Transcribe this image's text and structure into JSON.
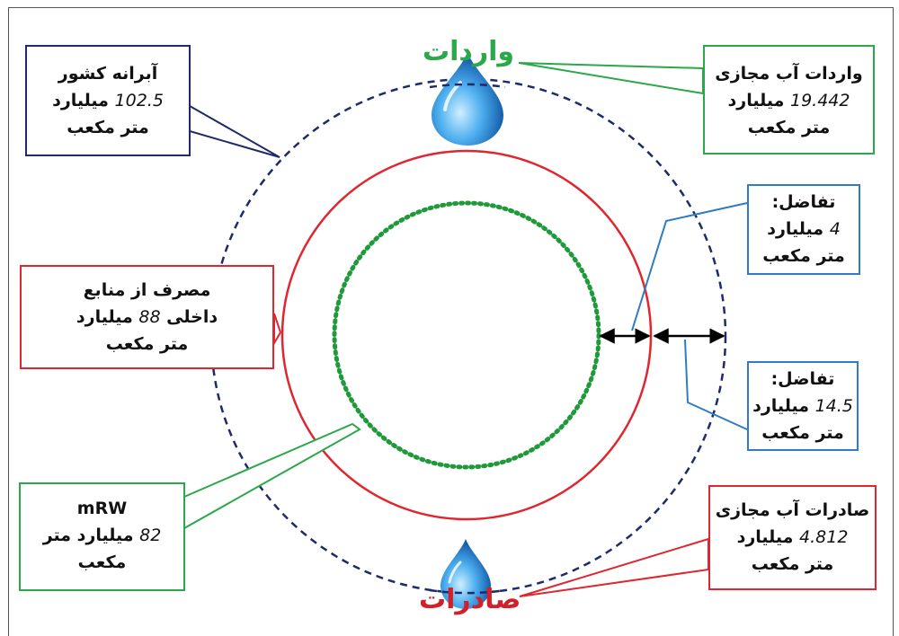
{
  "labels": {
    "imports_title": "واردات",
    "exports_title": "صادرات"
  },
  "boxes": {
    "aquifer": {
      "line1": "آبرانه کشور",
      "value": "102.5",
      "unit_inline": " میلیارد",
      "line3": "متر مکعب"
    },
    "virtual_imports": {
      "line1": "واردات آب مجازی",
      "value": "19.442",
      "unit_inline": " میلیارد",
      "line3": "متر مکعب"
    },
    "diff_inner": {
      "line1": "تفاضل:",
      "value": "4",
      "unit_inline": " میلیارد",
      "line3": "متر مکعب"
    },
    "domestic_use": {
      "line1": "مصرف از منابع",
      "prefix": "داخلی ",
      "value": "88",
      "unit_inline": " میلیارد",
      "line3": "متر مکعب"
    },
    "diff_outer": {
      "line1": "تفاضل:",
      "value": "14.5",
      "unit_inline": " میلیارد",
      "line3": "متر مکعب"
    },
    "mrw": {
      "line1": "mRW",
      "value": "82",
      "unit_inline": " میلیارد متر",
      "line3": "مکعب"
    },
    "virtual_exports": {
      "line1": "صادرات آب مجازی",
      "value": "4.812",
      "unit_inline": " میلیارد",
      "line3": "متر مکعب"
    }
  },
  "colors": {
    "navy": "#1f2a6b",
    "green": "#2aa84a",
    "red": "#e0262e",
    "blue": "#2f7cc0",
    "dotted_green": "#1f9a3a",
    "drop_blue": "#1e7fd0"
  }
}
